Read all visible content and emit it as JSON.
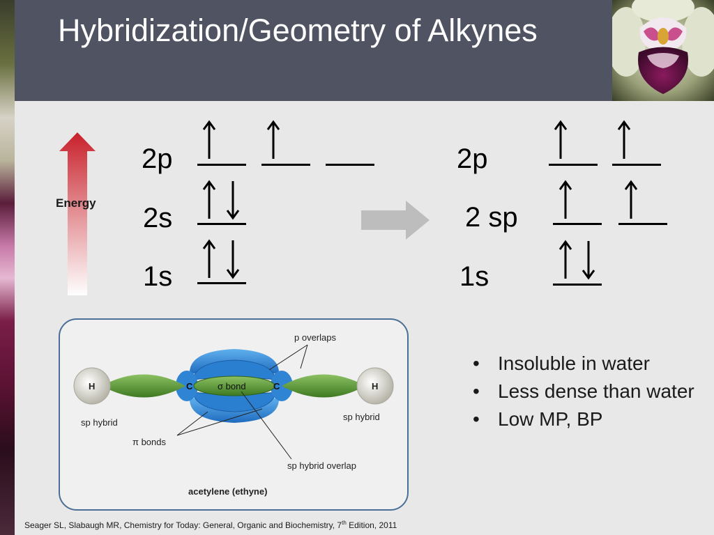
{
  "title": "Hybridization/Geometry of Alkynes",
  "energy_label": "Energy",
  "left_config": {
    "p_label": "2p",
    "s2_label": "2s",
    "s1_label": "1s"
  },
  "right_config": {
    "p_label": "2p",
    "sp_label": "2 sp",
    "s1_label": "1s"
  },
  "diagram": {
    "p_overlaps": "p overlaps",
    "sigma_bond": "σ bond",
    "h_left": "H",
    "h_right": "H",
    "c_left": "C",
    "c_right": "C",
    "sp_hybrid_left": "sp hybrid",
    "sp_hybrid_right": "sp hybrid",
    "pi_bonds": "π bonds",
    "sp_hybrid_overlap": "sp hybrid overlap",
    "caption": "acetylene (ethyne)"
  },
  "bullets": [
    "Insoluble in water",
    "Less dense than water",
    "Low MP, BP"
  ],
  "footer": {
    "text": "Seager SL, Slabaugh MR, Chemistry for Today: General, Organic and Biochemistry, 7",
    "sup": "th",
    "tail": " Edition, 2011"
  },
  "colors": {
    "title_bar": "#505462",
    "energy_arrow": "#c8202a",
    "green_orbital": "#4f8f2e",
    "blue_orbital": "#2f84d4",
    "frame_border": "#4a6e95"
  }
}
